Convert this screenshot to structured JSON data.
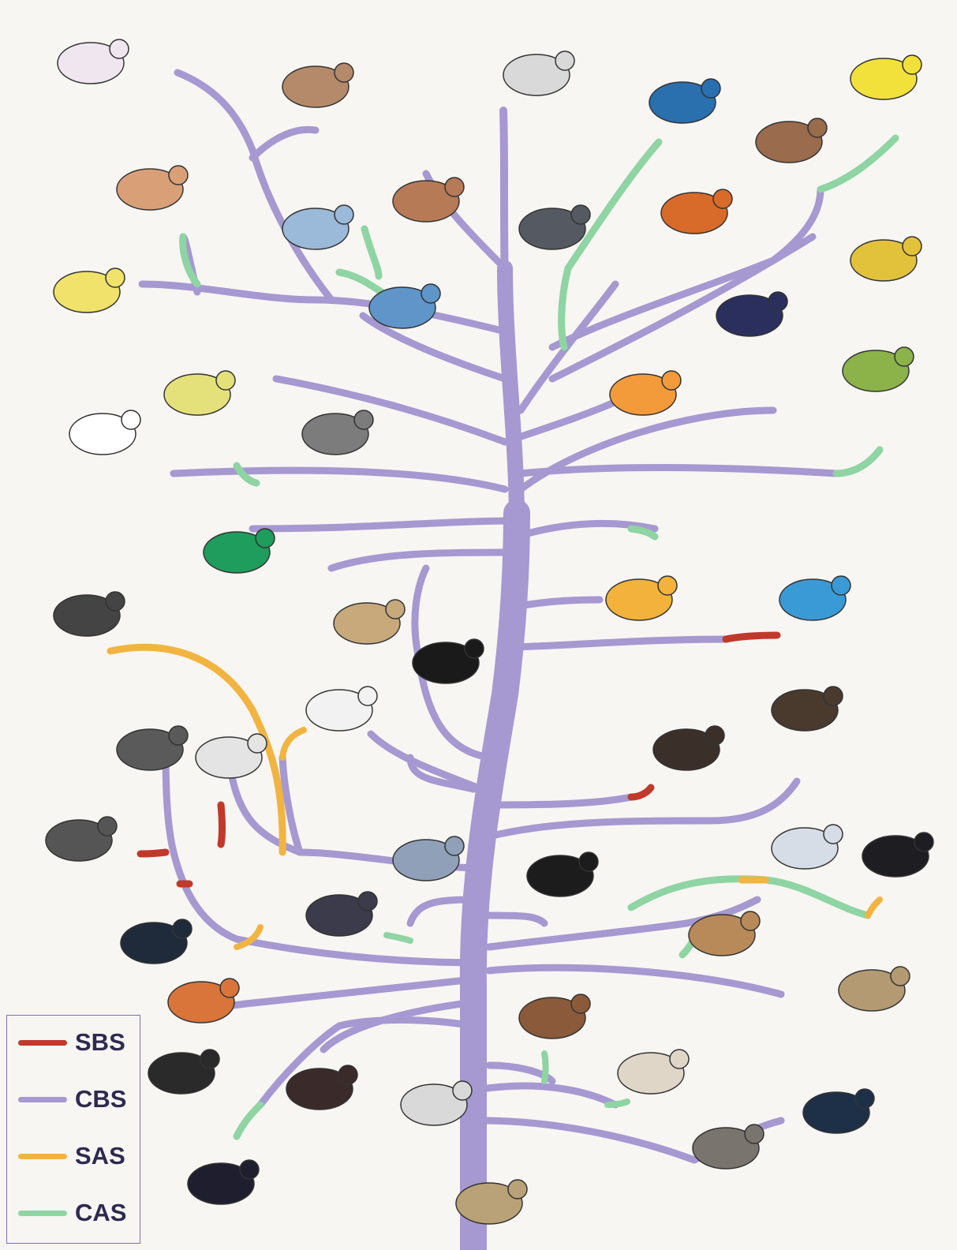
{
  "legend": {
    "items": [
      {
        "label": "SBS",
        "color": "#c0392b"
      },
      {
        "label": "CBS",
        "color": "#a698d0"
      },
      {
        "label": "SAS",
        "color": "#f2b441"
      },
      {
        "label": "CAS",
        "color": "#8fd4a3"
      }
    ]
  },
  "colors": {
    "trunk": "#a698d0",
    "background": "#f7f6f3"
  },
  "icons": {
    "birds": [
      "long-tailed-tit",
      "red-whiskered-bulbul",
      "mockingbird",
      "indigo-bunting",
      "goldfinch",
      "house-sparrow",
      "shrike",
      "gnatcatcher",
      "wren",
      "dipper",
      "sunbird",
      "weaver",
      "blue-tit",
      "nuthatch",
      "cuckooshrike",
      "cotinga",
      "kingbird",
      "antshrike",
      "tanager",
      "vireo",
      "fruitdove-green",
      "fairywren",
      "anhinga",
      "owl",
      "woodpecker",
      "parakeet",
      "kingfisher",
      "shearwater",
      "albatross",
      "pelican",
      "eagle",
      "vulture",
      "storm-petrel",
      "crane",
      "gull",
      "puffin",
      "rail",
      "oystercatcher",
      "loon",
      "sandpiper",
      "hummingbird",
      "sandgrouse",
      "swift",
      "grouse",
      "mallard",
      "cassowary",
      "pigeon",
      "tinamou",
      "grebe",
      "crocodile",
      "moa"
    ]
  }
}
